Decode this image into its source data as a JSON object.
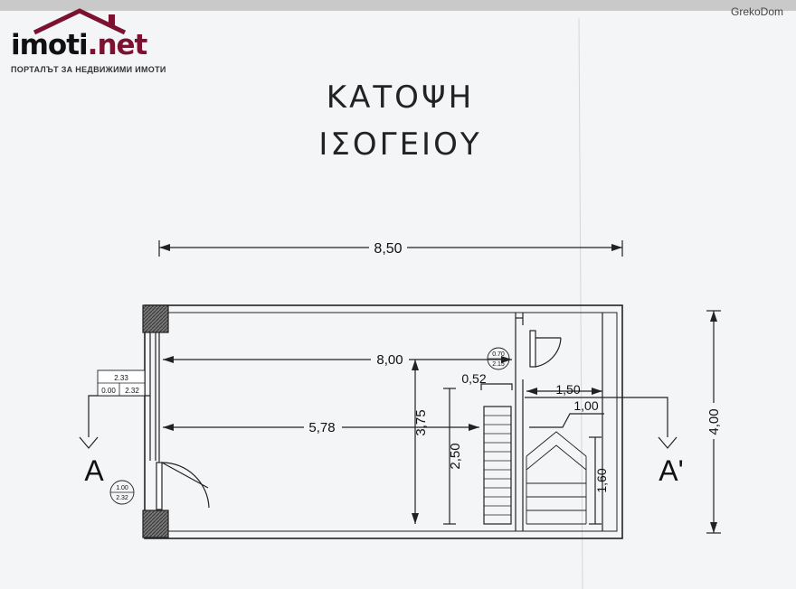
{
  "logo": {
    "name": "imoti",
    "suffix": ".net",
    "tagline": "ПОРТАЛЪТ ЗА НЕДВИЖИМИ ИМОТИ"
  },
  "watermark": "GrekoDom",
  "title_line1": "ΚΑΤΟΨΗ",
  "title_line2": "ΙΣΟΓΕΙΟΥ",
  "dimensions": {
    "total_width": "8,50",
    "inner_width": "8,00",
    "left_section": "5,78",
    "height_mid": "3,75",
    "height_stair": "2,50",
    "stair_width": "0,52",
    "right_upper": "1,50",
    "right_lower": "1,00",
    "height_right": "1,60",
    "outer_height": "4,00"
  },
  "level_box": {
    "top": "2.33",
    "bottom_left": "0.00",
    "bottom_right": "2.32"
  },
  "door_small": {
    "top": "0.70",
    "bottom": "2.15"
  },
  "door_main": {
    "top": "1.00",
    "bottom": "2.32"
  },
  "section": {
    "left": "A",
    "right": "A'"
  },
  "colors": {
    "brand": "#7a1230",
    "ink": "#111111",
    "paper": "#f4f5f7"
  }
}
